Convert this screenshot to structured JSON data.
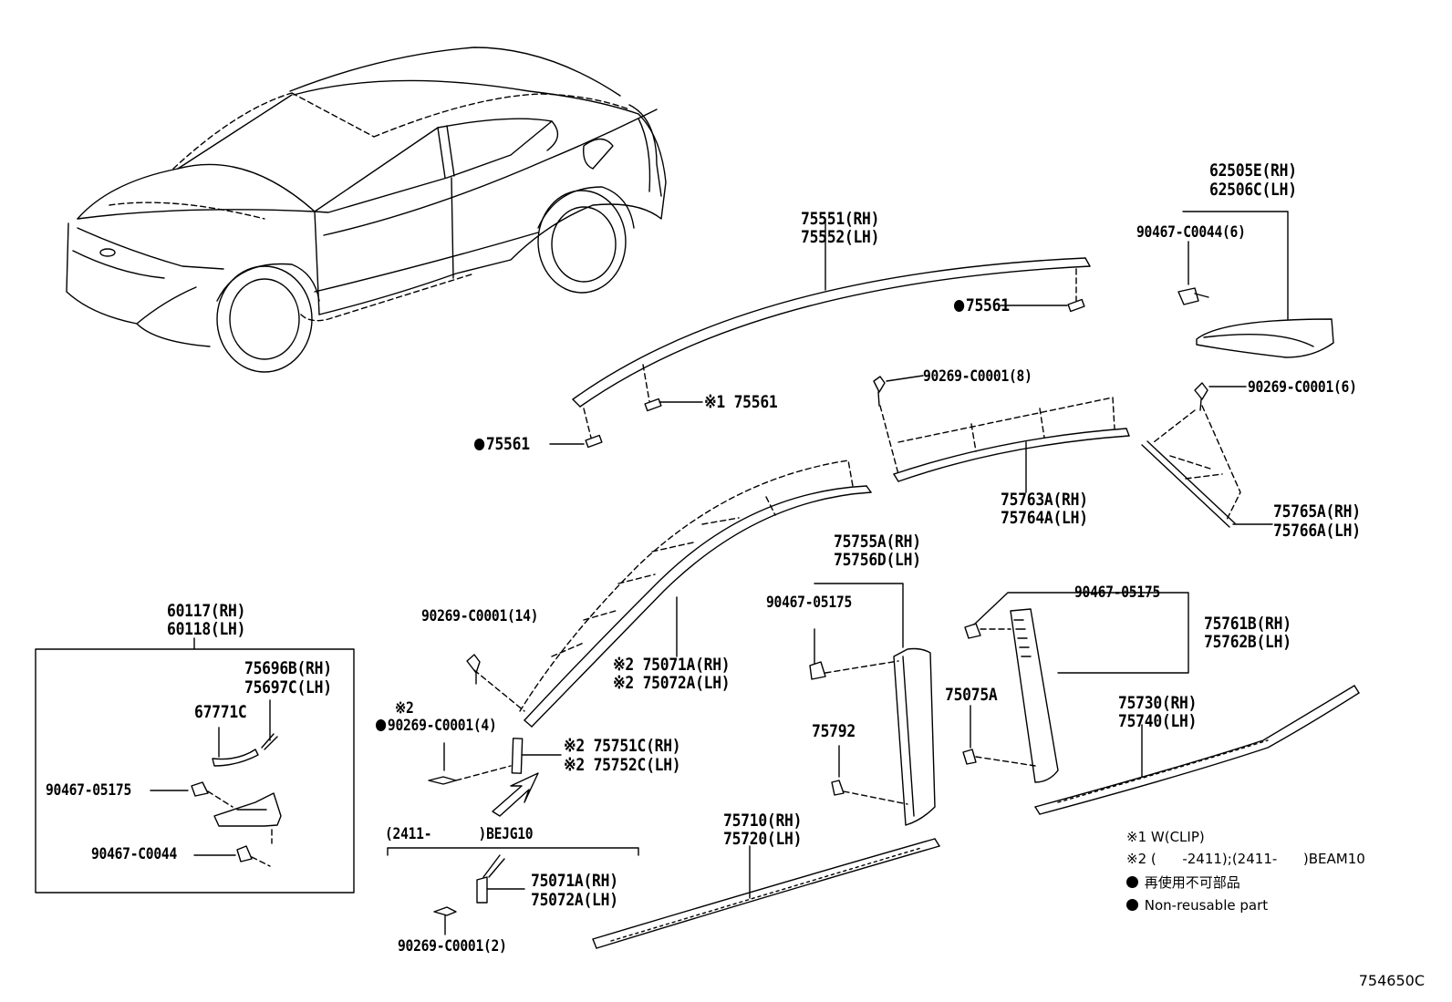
{
  "labels": {
    "p62505": "62505E(RH)",
    "p62506": "62506C(LH)",
    "p90467_c0044_6": "90467-C0044(6)",
    "p75551": "75551(RH)",
    "p75552": "75552(LH)",
    "p75561_a": "75561",
    "p75561_b": "75561",
    "p75561_c": "75561",
    "mark1": "※1",
    "p90269_8": "90269-C0001(8)",
    "p90269_6": "90269-C0001(6)",
    "p75763": "75763A(RH)",
    "p75764": "75764A(LH)",
    "p75765": "75765A(RH)",
    "p75766": "75766A(LH)",
    "p75755": "75755A(RH)",
    "p75756": "75756D(LH)",
    "p90467_05175_a": "90467-05175",
    "p90467_05175_b": "90467-05175",
    "p75761": "75761B(RH)",
    "p75762": "75762B(LH)",
    "p60117": "60117(RH)",
    "p60118": "60118(LH)",
    "p75696": "75696B(RH)",
    "p75697": "75697C(LH)",
    "p67771": "67771C",
    "p90467_05175_c": "90467-05175",
    "p90467_c0044": "90467-C0044",
    "p90269_14": "90269-C0001(14)",
    "mark2a": "※2",
    "p90269_4": "90269-C0001(4)",
    "p75071_top": "※2 75071A(RH)",
    "p75072_top": "※2 75072A(LH)",
    "p75751": "※2 75751C(RH)",
    "p75752": "※2 75752C(LH)",
    "p75075": "75075A",
    "p75792": "75792",
    "p75730": "75730(RH)",
    "p75740": "75740(LH)",
    "p75710": "75710(RH)",
    "p75720": "75720(LH)",
    "bejg_range": "(2411-      )BEJG10",
    "p75071_bot": "75071A(RH)",
    "p75072_bot": "75072A(LH)",
    "p90269_2": "90269-C0001(2)"
  },
  "notes": {
    "n1": "※1 W(CLIP)",
    "n2": "※2 (      -2411);(2411-      )BEAM10",
    "n3": "再使用不可部品",
    "n4": "Non-reusable part"
  },
  "ref_number": "754650C"
}
